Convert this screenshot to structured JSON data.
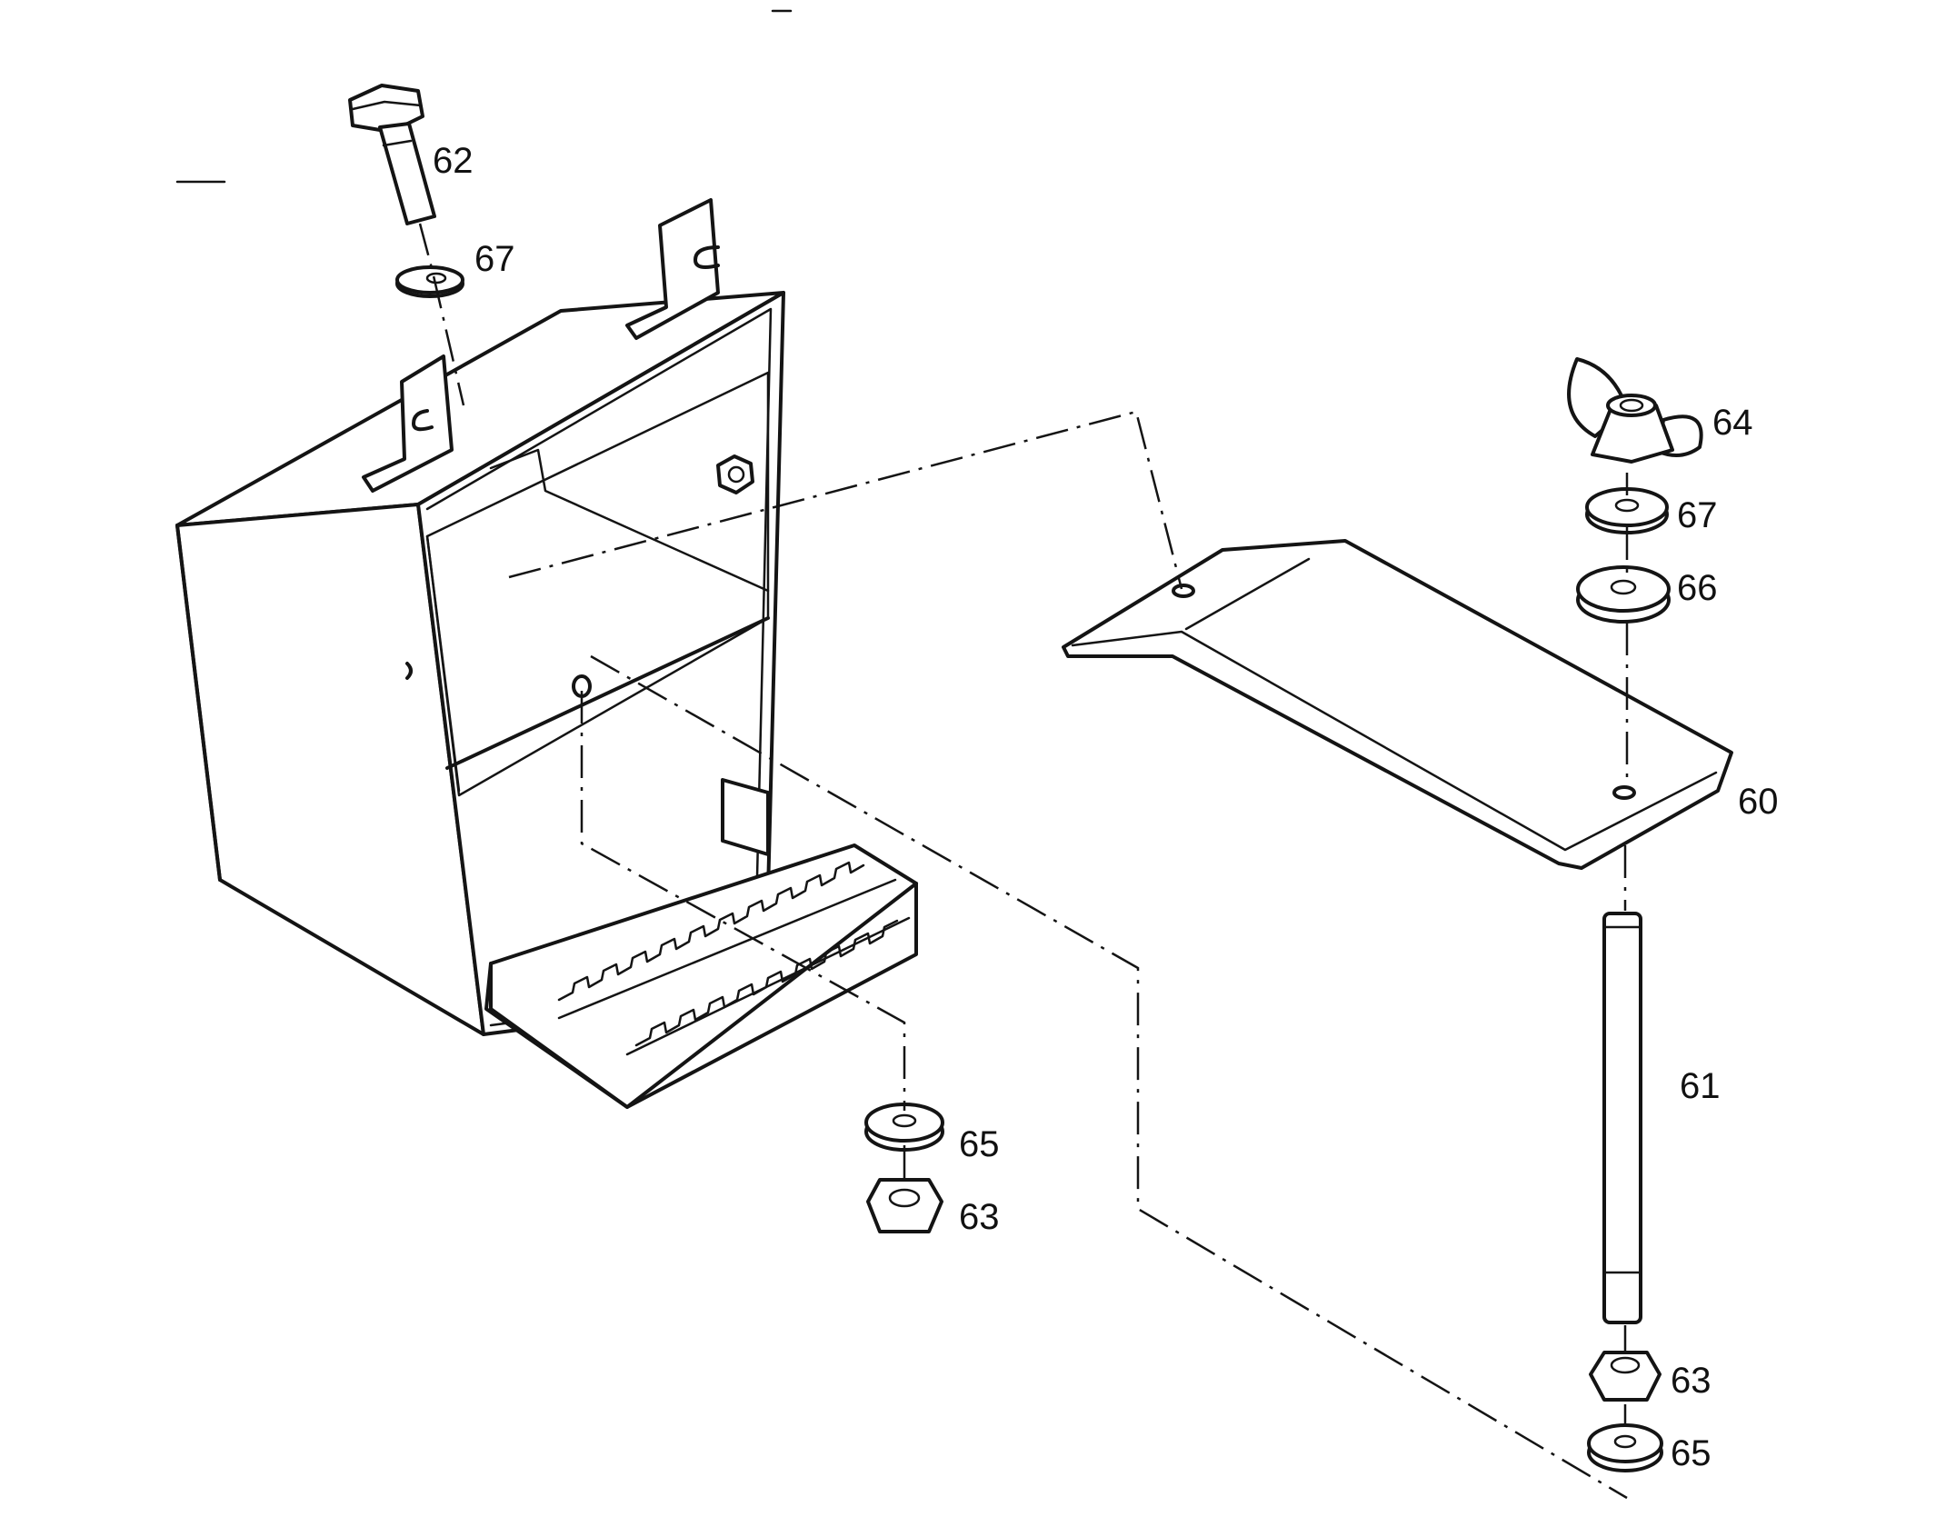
{
  "labels": {
    "p60": "60",
    "p61": "61",
    "p62": "62",
    "p63_left": "63",
    "p63_right": "63",
    "p64": "64",
    "p65_left": "65",
    "p65_right": "65",
    "p66": "66",
    "p67_top": "67",
    "p67_right": "67"
  }
}
